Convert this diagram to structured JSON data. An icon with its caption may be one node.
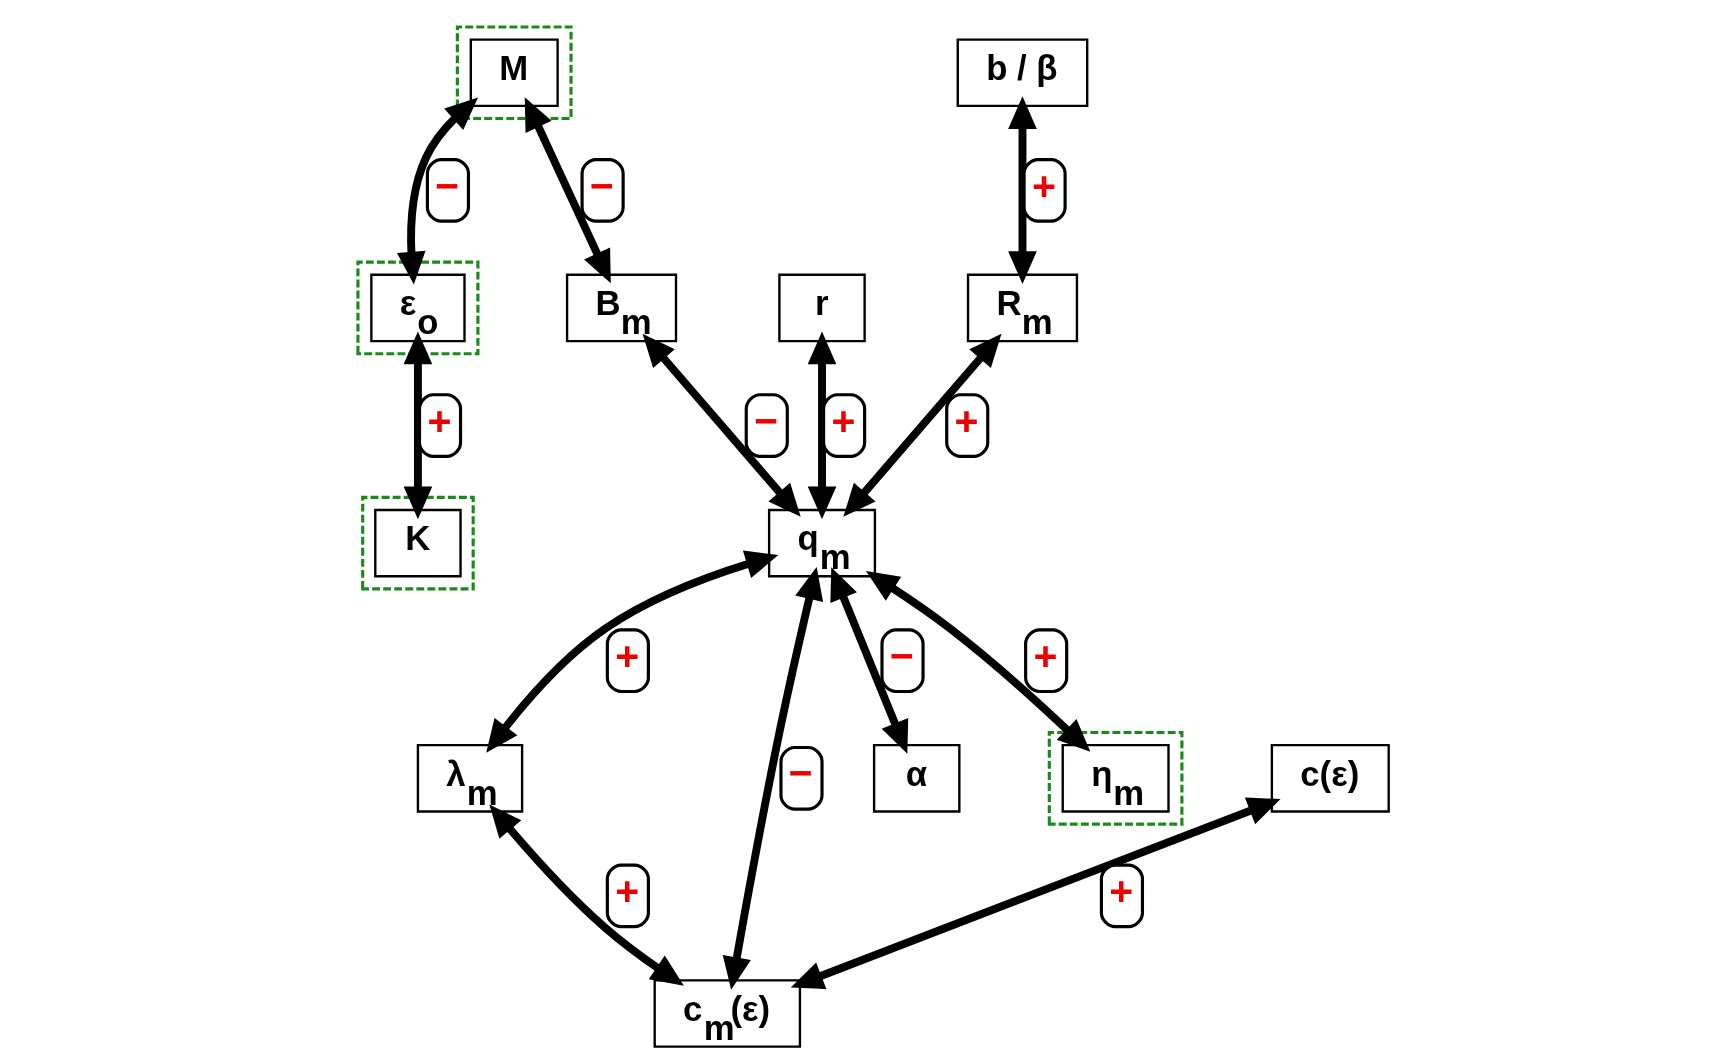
{
  "diagram": {
    "nodes": [
      {
        "text": [
          "b / β"
        ]
      },
      {
        "text": [
          "R$_{m}$"
        ]
      },
      {
        "text": [],
        "shape": "box"
      },
      {
        "text": [
          "M"
        ],
        "in": 2
      },
      {
        "text": [
          "B$_{m}$"
        ]
      },
      {
        "text": [
          "λ$_{m}$"
        ]
      },
      {
        "text": [
          "c(ε)"
        ]
      },
      {
        "text": [],
        "shape": "box"
      },
      {
        "text": [
          "ε$_{o}$"
        ],
        "in": 7
      },
      {
        "text": [
          "r"
        ]
      },
      {
        "text": [
          "q$_{m}$"
        ]
      },
      {
        "text": [
          "c$_{m}$(ε)"
        ]
      },
      {
        "text": [],
        "shape": "box"
      },
      {
        "text": [
          "K"
        ],
        "in": 12
      },
      {
        "text": [
          "α"
        ]
      },
      {
        "text": [],
        "shape": "box"
      },
      {
        "text": [
          "η$_{m}$"
        ],
        "in": 15
      }
    ],
    "edges": [
      {
        "from": 0,
        "to": 1,
        "arrow": "both",
        "label": "+"
      },
      {
        "from": 3,
        "to": 4,
        "arrow": "both",
        "label": "−"
      },
      {
        "from": 1,
        "to": 10,
        "arrow": "both",
        "label": "+"
      },
      {
        "from": 4,
        "to": 10,
        "arrow": "both",
        "label": "−"
      },
      {
        "from": 10,
        "to": 5,
        "arrow": "both",
        "label": "+"
      },
      {
        "from": 5,
        "to": 11,
        "arrow": "both",
        "label": "+"
      },
      {
        "from": 6,
        "to": 11,
        "arrow": "both",
        "label": "+"
      },
      {
        "from": 3,
        "to": 8,
        "arrow": "both",
        "label": "−"
      },
      {
        "from": 9,
        "to": 10,
        "arrow": "both",
        "label": "+"
      },
      {
        "from": 10,
        "to": 11,
        "arrow": "both",
        "label": "−"
      },
      {
        "from": 8,
        "to": 13,
        "arrow": "both",
        "label": "+"
      },
      {
        "from": 10,
        "to": 14,
        "arrow": "both",
        "label": "−"
      },
      {
        "from": 10,
        "to": 16,
        "arrow": "both",
        "label": "+"
      }
    ]
  }
}
